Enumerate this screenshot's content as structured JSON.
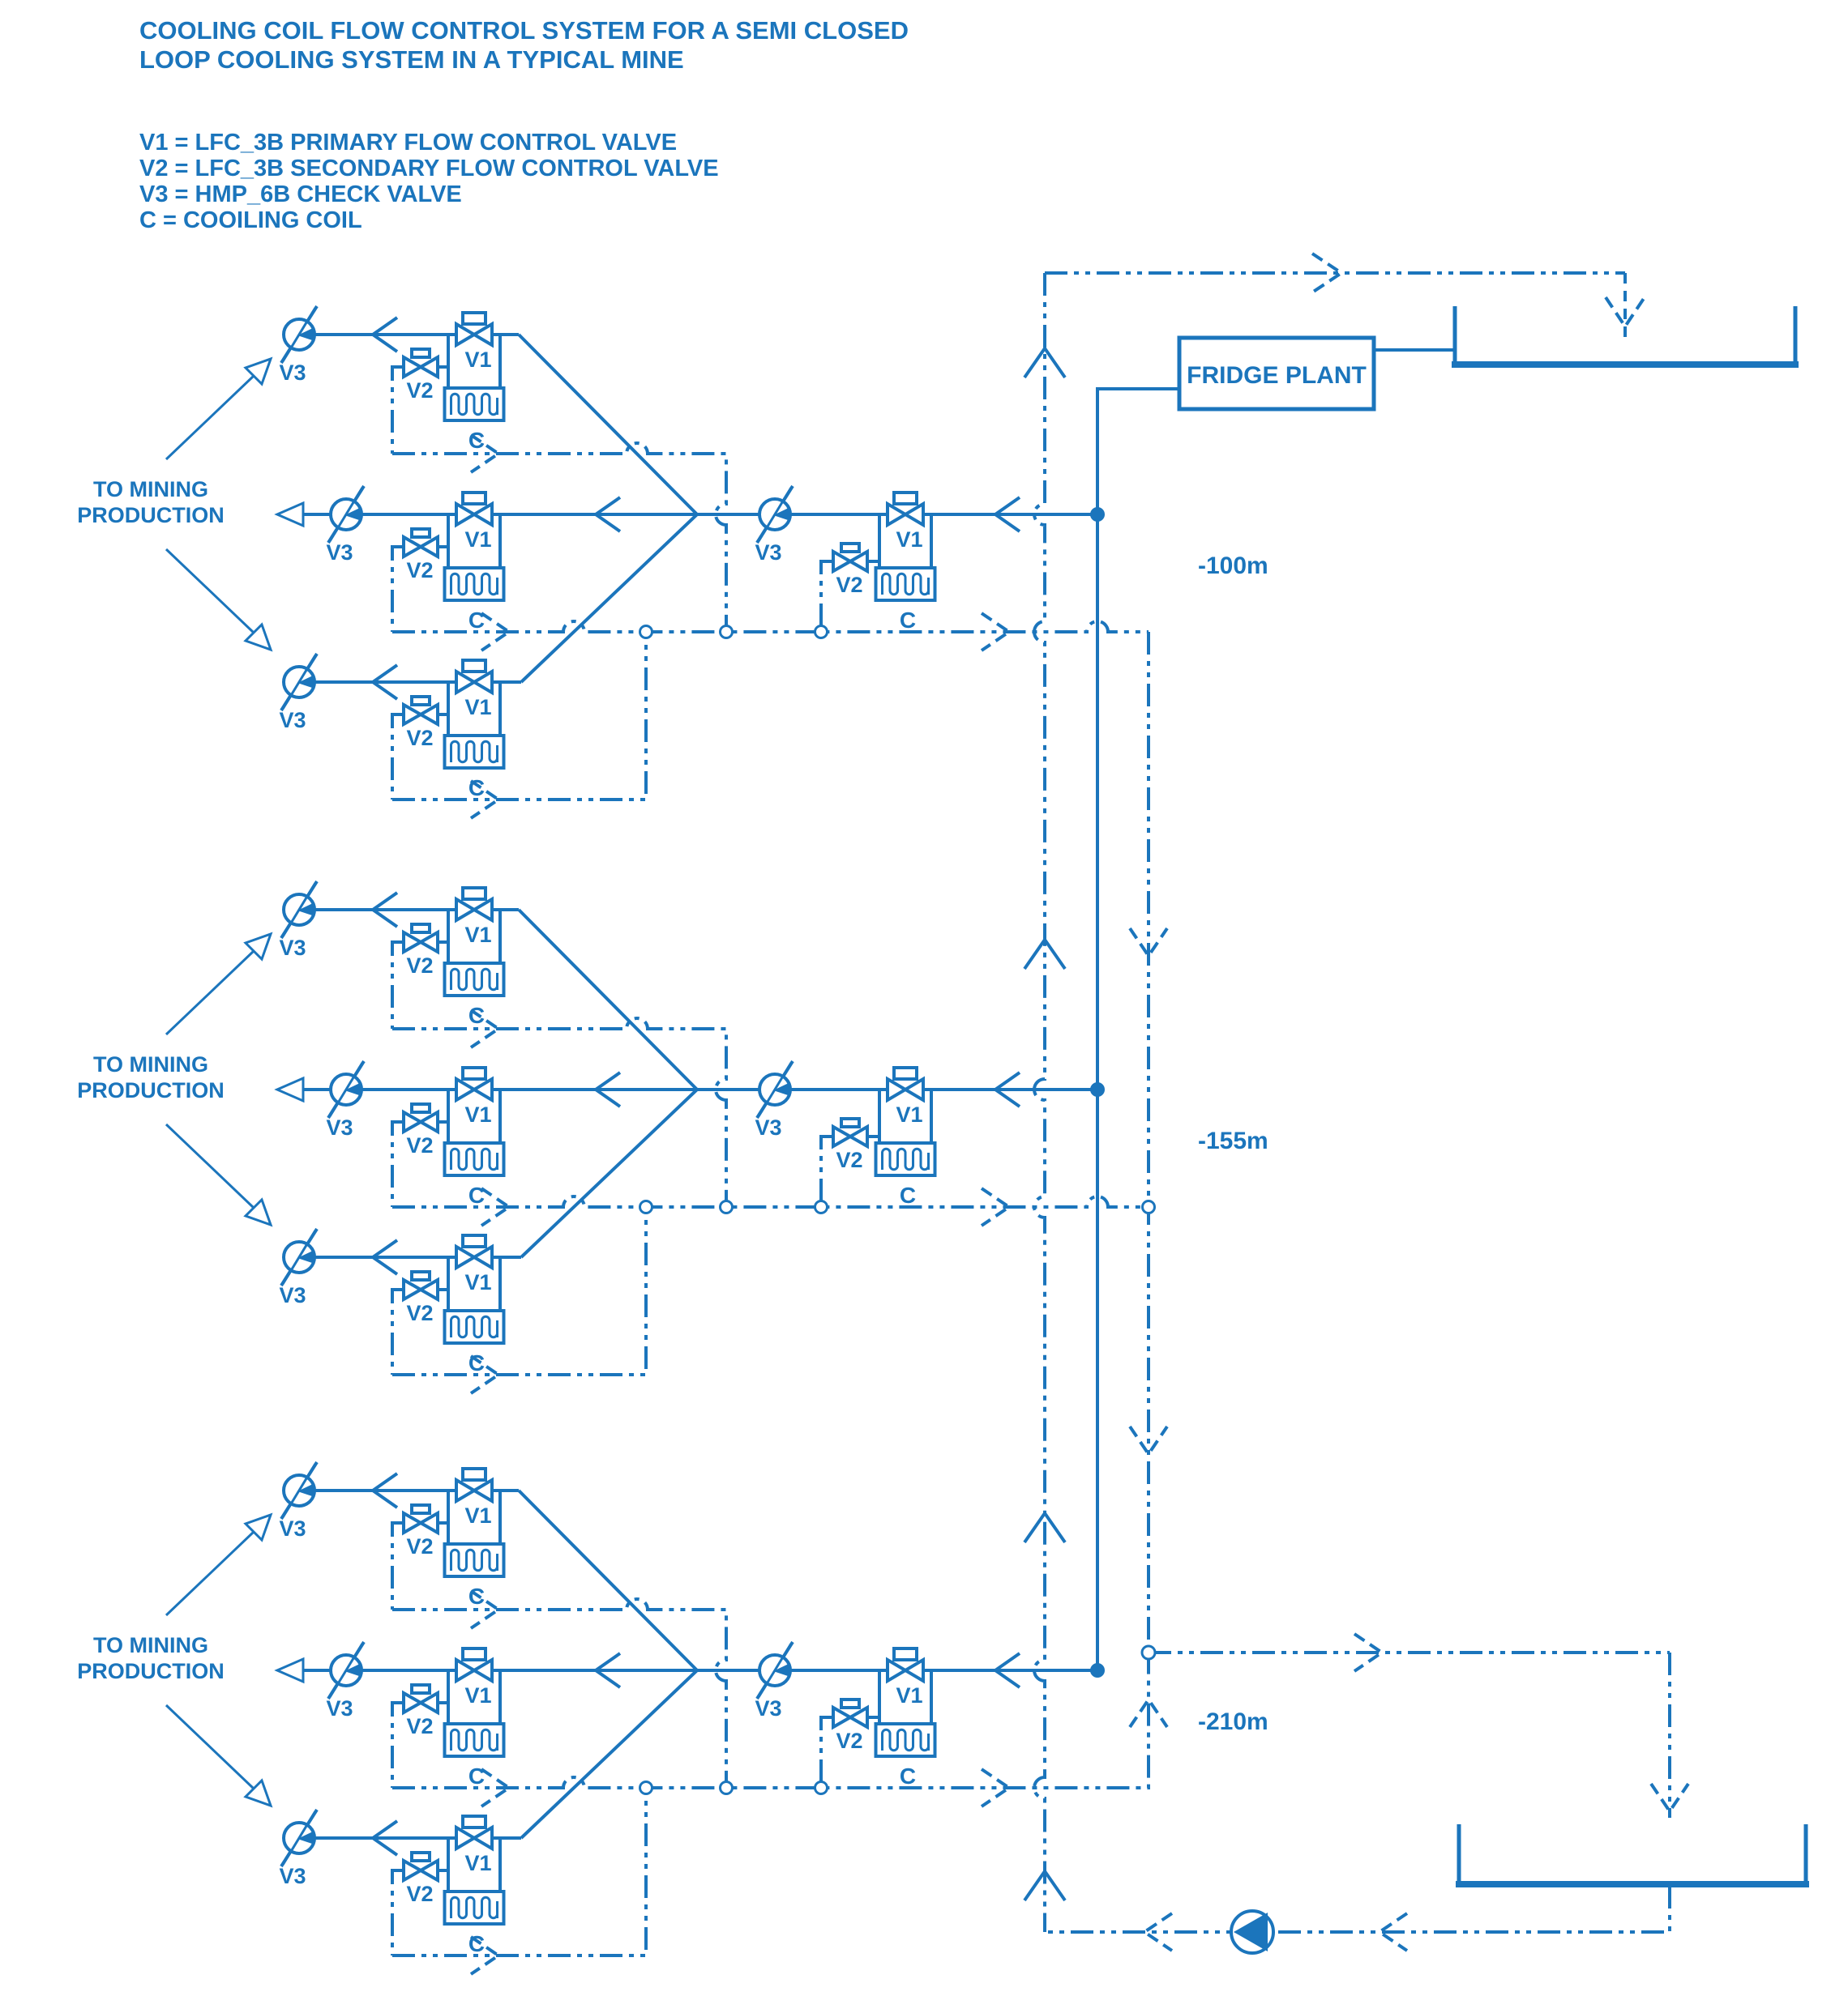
{
  "title": {
    "line1": "COOLING COIL  FLOW CONTROL SYSTEM FOR A SEMI CLOSED",
    "line2": "LOOP COOLING SYSTEM IN A TYPICAL MINE"
  },
  "legend": [
    "V1 = LFC_3B PRIMARY FLOW CONTROL VALVE",
    "V2 = LFC_3B SECONDARY FLOW CONTROL VALVE",
    "V3 = HMP_6B CHECK VALVE",
    "C = COOILING COIL"
  ],
  "plant": {
    "label": "FRIDGE PLANT"
  },
  "symbols": {
    "primary_valve": "V1",
    "secondary_valve": "V2",
    "check_valve": "V3",
    "cooling_coil": "C"
  },
  "levels": [
    {
      "depth_label": "-100m",
      "destination_line1": "TO MINING",
      "destination_line2": "PRODUCTION"
    },
    {
      "depth_label": "-155m",
      "destination_line1": "TO MINING",
      "destination_line2": "PRODUCTION"
    },
    {
      "depth_label": "-210m",
      "destination_line1": "TO MINING",
      "destination_line2": "PRODUCTION"
    }
  ],
  "colors": {
    "ink": "#1b75bc",
    "background": "#ffffff"
  }
}
